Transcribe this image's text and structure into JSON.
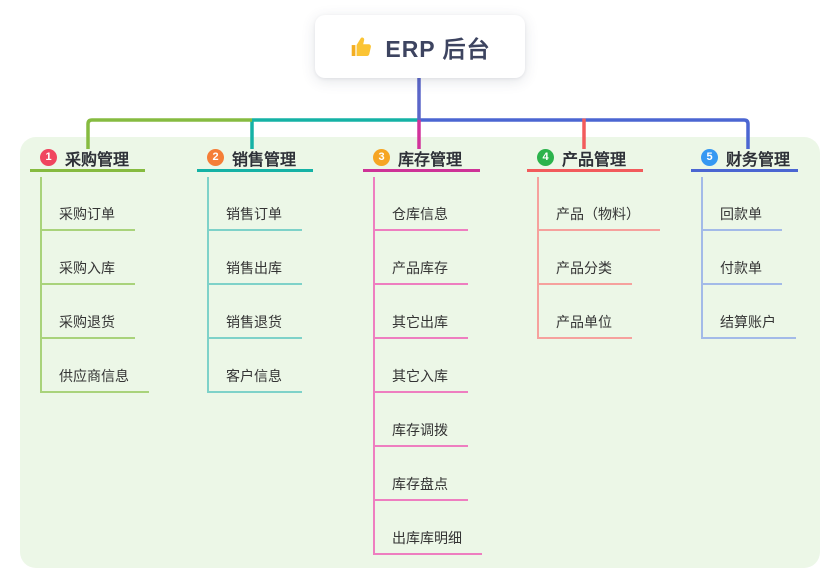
{
  "root": {
    "label": "ERP 后台",
    "icon": "thumbs-up-icon"
  },
  "colors": {
    "root_drop_line": "#5b66c9",
    "bus_left_green": "#86bb40",
    "bus_mid_teal": "#15b2a5",
    "bus_right_blue": "#4b66d2",
    "drop_magenta": "#d1339b",
    "drop_red": "#f25b5c",
    "panel_background": "#ecf7e7"
  },
  "branches": [
    {
      "badge": "1",
      "label": "采购管理",
      "badge_color": "#f0455f",
      "line_color": "#86bb40",
      "child_line_color": "#a9d37b",
      "children": [
        "采购订单",
        "采购入库",
        "采购退货",
        "供应商信息"
      ]
    },
    {
      "badge": "2",
      "label": "销售管理",
      "badge_color": "#f57e37",
      "line_color": "#15b2a5",
      "child_line_color": "#7ed2c9",
      "children": [
        "销售订单",
        "销售出库",
        "销售退货",
        "客户信息"
      ]
    },
    {
      "badge": "3",
      "label": "库存管理",
      "badge_color": "#f6a523",
      "line_color": "#ce3397",
      "child_line_color": "#ee7ec0",
      "children": [
        "仓库信息",
        "产品库存",
        "其它出库",
        "其它入库",
        "库存调拨",
        "库存盘点",
        "出库库明细"
      ]
    },
    {
      "badge": "4",
      "label": "产品管理",
      "badge_color": "#2cb34c",
      "line_color": "#f25b5c",
      "child_line_color": "#f6a19d",
      "children": [
        "产品（物料）",
        "产品分类",
        "产品单位"
      ]
    },
    {
      "badge": "5",
      "label": "财务管理",
      "badge_color": "#3598f2",
      "line_color": "#4b66d2",
      "child_line_color": "#a3bae8",
      "children": [
        "回款单",
        "付款单",
        "结算账户"
      ]
    }
  ]
}
